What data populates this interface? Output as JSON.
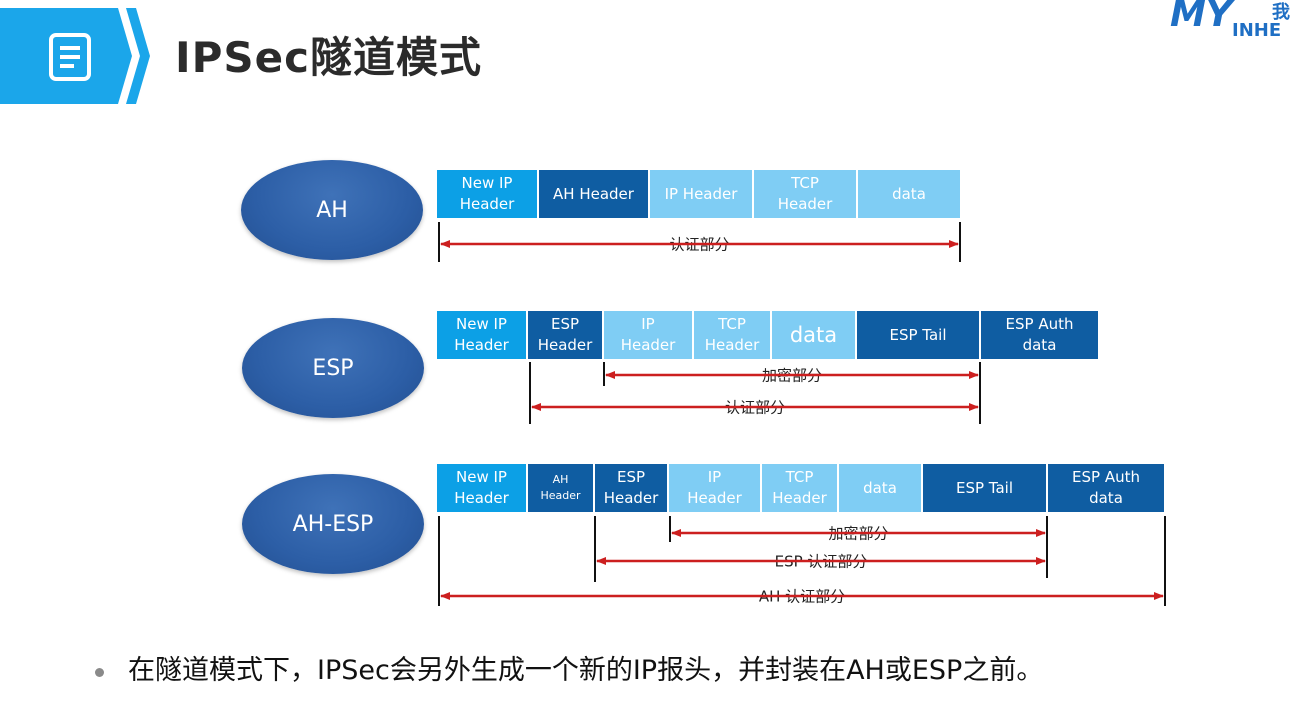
{
  "header": {
    "title": "IPSec隧道模式",
    "icon": "document-list-icon",
    "accent_color": "#1ba6ea",
    "logo_text": "MY",
    "logo_sub": "INHE",
    "logo_cjk": "我"
  },
  "rows": [
    {
      "mode": "AH",
      "cells": [
        {
          "label": "New IP\nHeader",
          "style": "std"
        },
        {
          "label": "AH Header",
          "style": "dark"
        },
        {
          "label": "IP Header",
          "style": "light"
        },
        {
          "label": "TCP\nHeader",
          "style": "light"
        },
        {
          "label": "data",
          "style": "light"
        }
      ],
      "spans": [
        {
          "label": "认证部分"
        }
      ]
    },
    {
      "mode": "ESP",
      "cells": [
        {
          "label": "New IP\nHeader",
          "style": "std"
        },
        {
          "label": "ESP\nHeader",
          "style": "dark"
        },
        {
          "label": "IP\nHeader",
          "style": "light"
        },
        {
          "label": "TCP\nHeader",
          "style": "light"
        },
        {
          "label": "data",
          "style": "light"
        },
        {
          "label": "ESP Tail",
          "style": "dark"
        },
        {
          "label": "ESP Auth\ndata",
          "style": "dark"
        }
      ],
      "spans": [
        {
          "label": "加密部分"
        },
        {
          "label": "认证部分"
        }
      ]
    },
    {
      "mode": "AH-ESP",
      "cells": [
        {
          "label": "New IP\nHeader",
          "style": "std"
        },
        {
          "label": "AH\nHeader",
          "style": "dark"
        },
        {
          "label": "ESP\nHeader",
          "style": "dark"
        },
        {
          "label": "IP\nHeader",
          "style": "light"
        },
        {
          "label": "TCP\nHeader",
          "style": "light"
        },
        {
          "label": "data",
          "style": "light"
        },
        {
          "label": "ESP Tail",
          "style": "dark"
        },
        {
          "label": "ESP Auth\ndata",
          "style": "dark"
        }
      ],
      "spans": [
        {
          "label": "加密部分"
        },
        {
          "label": "ESP 认证部分"
        },
        {
          "label": "AH 认证部分"
        }
      ]
    }
  ],
  "colors": {
    "std": "#0ca0e6",
    "dark": "#0f5da2",
    "light": "#7fcdf4",
    "arrow": "#cc1f1f"
  },
  "footer": {
    "bullet": "在隧道模式下，IPSec会另外生成一个新的IP报头，并封装在AH或ESP之前。"
  }
}
